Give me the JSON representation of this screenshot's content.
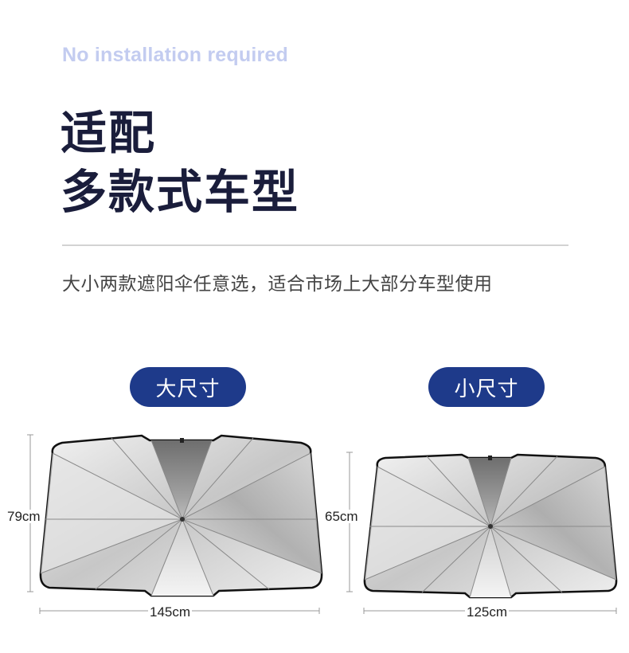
{
  "header": {
    "subtitle_en": "No installation required",
    "headline_line1": "适配",
    "headline_line2": "多款式车型",
    "description": "大小两款遮阳伞任意选，适合市场上大部分车型使用"
  },
  "sizes": {
    "large": {
      "label": "大尺寸",
      "height": "79cm",
      "width": "145cm"
    },
    "small": {
      "label": "小尺寸",
      "height": "65cm",
      "width": "125cm"
    }
  },
  "colors": {
    "accent": "#1e3a8a",
    "headline": "#1a1d3b",
    "subtitle": "#c3ccf0"
  }
}
